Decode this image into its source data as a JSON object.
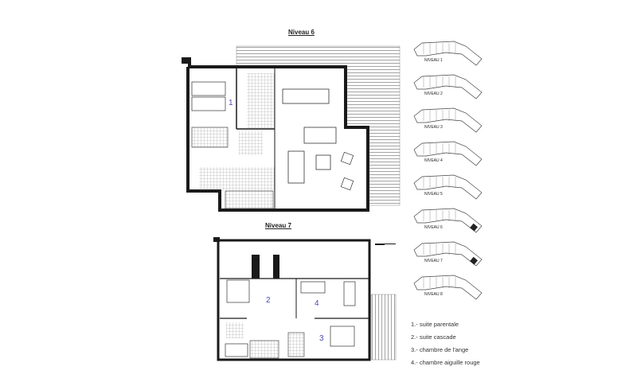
{
  "plans": [
    {
      "title": "Niveau 6",
      "room_numbers": [
        "1"
      ]
    },
    {
      "title": "Niveau 7",
      "room_numbers": [
        "2",
        "3",
        "4"
      ]
    }
  ],
  "legend": [
    "1.- suite parentale",
    "2.- suite cascade",
    "3.- chambre de l'ange",
    "4.- chambre aiguille rouge"
  ],
  "thumbnails": [
    "NIVEAU 1",
    "NIVEAU 2",
    "NIVEAU 3",
    "NIVEAU 4",
    "NIVEAU 5",
    "NIVEAU 6",
    "NIVEAU 7",
    "NIVEAU 8"
  ],
  "colors": {
    "walls": "#1a1a1a",
    "room_numbers": "#4b4bb0",
    "highlight": "#222222"
  }
}
